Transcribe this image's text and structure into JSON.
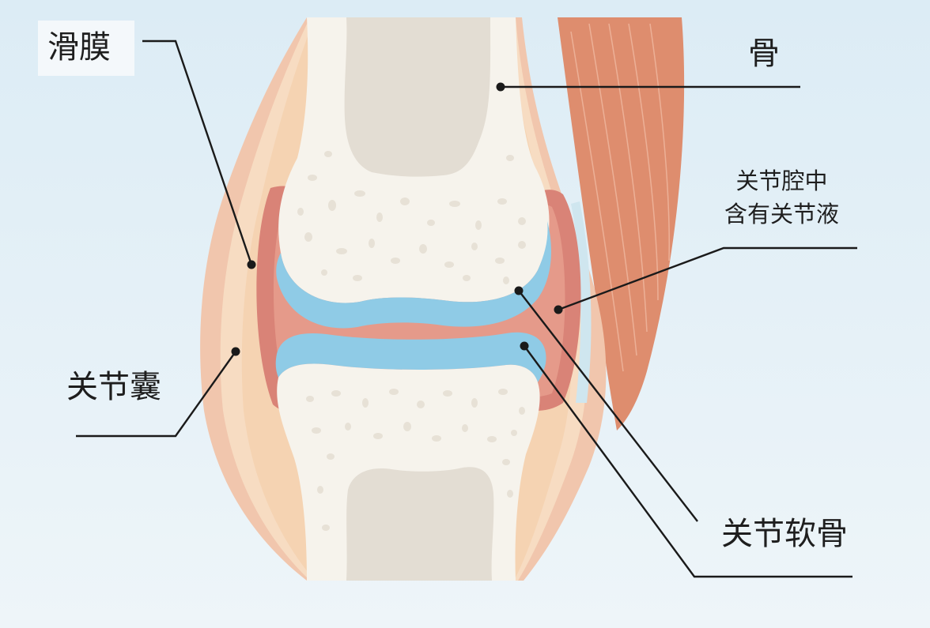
{
  "labels": {
    "synovium": "滑膜",
    "bone": "骨",
    "fluid_line1": "关节腔中",
    "fluid_line2": "含有关节液",
    "capsule": "关节囊",
    "cartilage": "关节软骨"
  },
  "colors": {
    "background": "#e6f1f7",
    "bone": "#f6f3ec",
    "marrow": "#e3ddd3",
    "cartilage": "#8fcbe6",
    "synovial_cavity": "#d98377",
    "capsule_outer": "#f1c6ad",
    "tissue": "#f5d3b2",
    "muscle": "#de8d6e",
    "leader_line": "#1a1a1a"
  }
}
